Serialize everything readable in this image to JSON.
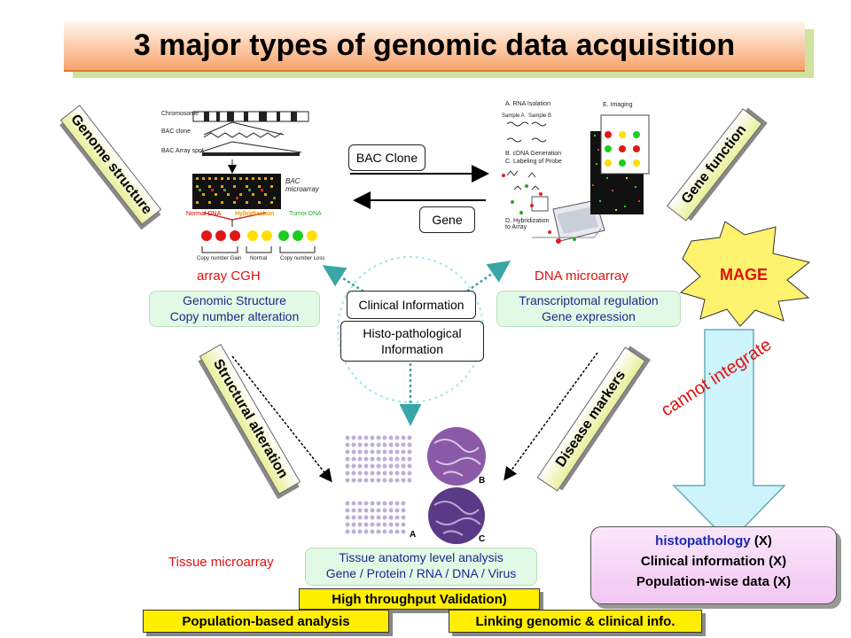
{
  "title": "3 major types of genomic data acquisition",
  "labels": {
    "genome_structure": "Genome structure",
    "gene_function": "Gene function",
    "structural_alteration": "Structural alteration",
    "disease_markers": "Disease markers"
  },
  "top_boxes": {
    "bac_clone": "BAC Clone",
    "gene": "Gene"
  },
  "array_cgh": {
    "label": "array CGH",
    "line1": "Genomic Structure",
    "line2": "Copy number alteration",
    "img_labels": {
      "chromosome": "Chromosome",
      "bac_clone": "BAC clone",
      "bac_array": "BAC Array spot",
      "bac_microarray": "BAC microarray",
      "normal": "Normal DNA",
      "hybridization": "Hybridization",
      "tumor": "Tumor DNA",
      "gain": "Copy number Gain",
      "normal_cn": "Normal",
      "loss": "Copy number Loss"
    }
  },
  "dna_microarray": {
    "label": "DNA microarray",
    "line1": "Transcriptomal regulation",
    "line2": "Gene expression",
    "steps": {
      "a": "A. RNA Isolation",
      "b": "B. cDNA Generation",
      "c": "C. Labeling of Probe",
      "d": "D. Hybridization to Array",
      "e": "E. Imaging",
      "sample_a": "Sample A",
      "sample_b": "Sample B"
    }
  },
  "center": {
    "clinical": "Clinical Information",
    "histo_line1": "Histo-pathological",
    "histo_line2": "Information"
  },
  "mage": "MAGE",
  "cannot_integrate": "cannot integrate",
  "tissue": {
    "label": "Tissue microarray",
    "line1": "Tissue anatomy level analysis",
    "line2": "Gene / Protein / RNA / DNA / Virus",
    "panel_a": "A",
    "panel_b": "B",
    "panel_c": "C"
  },
  "bottom": {
    "high_throughput": "High throughput Validation)",
    "population": "Population-based analysis",
    "linking": "Linking genomic & clinical info."
  },
  "pink": {
    "histo_word": "histopathology",
    "histo_x": " (X)",
    "clinical": "Clinical information (X)",
    "population": "Population-wise data (X)"
  }
}
